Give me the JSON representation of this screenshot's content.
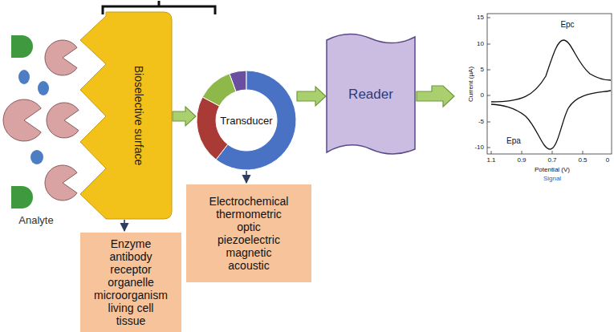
{
  "diagram": {
    "nodes": [
      {
        "text": [
          "Bioselective surface"
        ]
      },
      {
        "text": [
          "Enzyme antibody receptor organelle microorganism living cell tissue"
        ]
      },
      {
        "text": [
          "Transducer"
        ]
      },
      {
        "text": [
          "Electrochemical thermometric optic piezoelectric magnetic acoustic"
        ]
      },
      {
        "text": [
          "Reader"
        ]
      }
    ],
    "edges": [
      {
        "from": 0,
        "to": 1,
        "arrow": "to"
      },
      {
        "from": 0,
        "to": 2,
        "arrow": "to"
      },
      {
        "from": 2,
        "to": 3,
        "arrow": "to"
      },
      {
        "from": 2,
        "to": 4,
        "arrow": "to"
      }
    ],
    "labels": [
      "Analyte",
      "15",
      "10",
      "5",
      "0",
      "-5",
      "-10",
      "Current (µA)",
      "1.1",
      "0.9",
      "0.7",
      "0.5",
      "0",
      "Potential (V)",
      "Signal",
      "Epc",
      "Epa"
    ]
  }
}
